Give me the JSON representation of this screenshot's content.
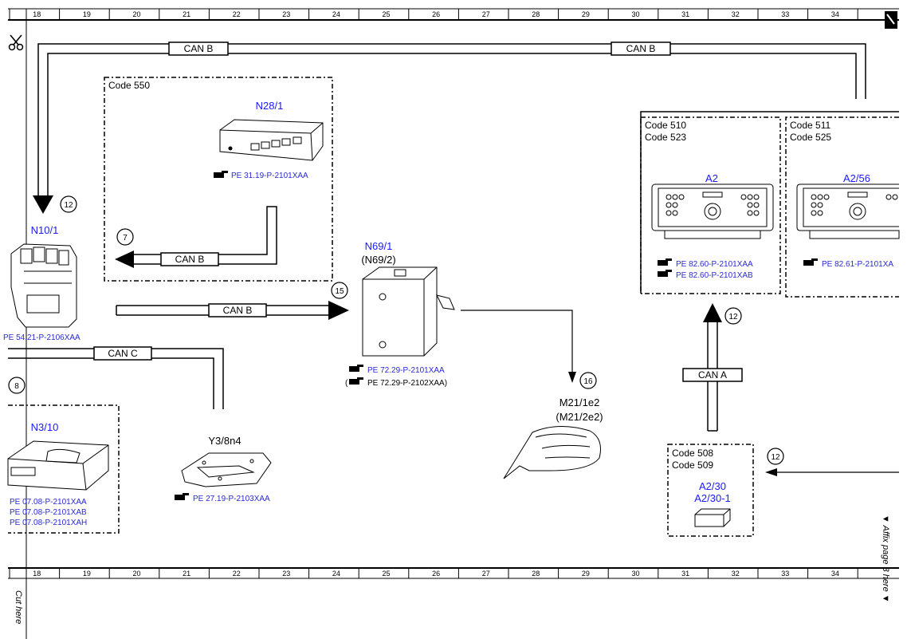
{
  "ruler": {
    "top_numbers": [
      "18",
      "19",
      "20",
      "21",
      "22",
      "23",
      "24",
      "25",
      "26",
      "27",
      "28",
      "29",
      "30",
      "31",
      "32",
      "33",
      "34"
    ],
    "bottom_numbers": [
      "18",
      "19",
      "20",
      "21",
      "22",
      "23",
      "24",
      "25",
      "26",
      "27",
      "28",
      "29",
      "30",
      "31",
      "32",
      "33",
      "34"
    ]
  },
  "side_texts": {
    "cut_here": "Cut here",
    "affix": "▼ Affix page 3 here ▼"
  },
  "buses": {
    "can_b_top_left": "CAN B",
    "can_b_top_right": "CAN B",
    "can_b_code550": "CAN B",
    "can_b_middle": "CAN B",
    "can_c": "CAN C",
    "can_a": "CAN A"
  },
  "callouts": {
    "c12_n10": "12",
    "c7": "7",
    "c15": "15",
    "c8": "8",
    "c16": "16",
    "c12_cana": "12",
    "c12_right": "12"
  },
  "groups": {
    "code550": "Code 550",
    "code510": "Code 510",
    "code523": "Code 523",
    "code511": "Code 511",
    "code525": "Code 525",
    "code508": "Code 508",
    "code509": "Code 509"
  },
  "components": {
    "n28_1": {
      "id": "N28/1",
      "ref": "PE 31.19-P-2101XAA"
    },
    "n10_1": {
      "id": "N10/1",
      "ref": "PE 54.21-P-2106XAA"
    },
    "n69_1": {
      "id": "N69/1",
      "alt": "(N69/2)",
      "ref1": "PE 72.29-P-2101XAA",
      "ref2": "PE 72.29-P-2102XAA)",
      "ref2_prefix": "("
    },
    "m21": {
      "id": "M21/1e2",
      "alt": "(M21/2e2)"
    },
    "n3_10": {
      "id": "N3/10",
      "ref1": "PE 07.08-P-2101XAA",
      "ref2": "PE 07.08-P-2101XAB",
      "ref3": "PE 07.08-P-2101XAH"
    },
    "y3_8n4": {
      "id": "Y3/8n4",
      "ref": "PE 27.19-P-2103XAA"
    },
    "a2": {
      "id": "A2",
      "ref1": "PE 82.60-P-2101XAA",
      "ref2": "PE 82.60-P-2101XAB"
    },
    "a2_56": {
      "id": "A2/56",
      "ref": "PE 82.61-P-2101XA"
    },
    "a2_30": {
      "id": "A2/30",
      "alt": "A2/30-1"
    }
  },
  "colors": {
    "component_label": "#1a1aff",
    "reference_link": "#2a2ad6",
    "line": "#000000"
  }
}
